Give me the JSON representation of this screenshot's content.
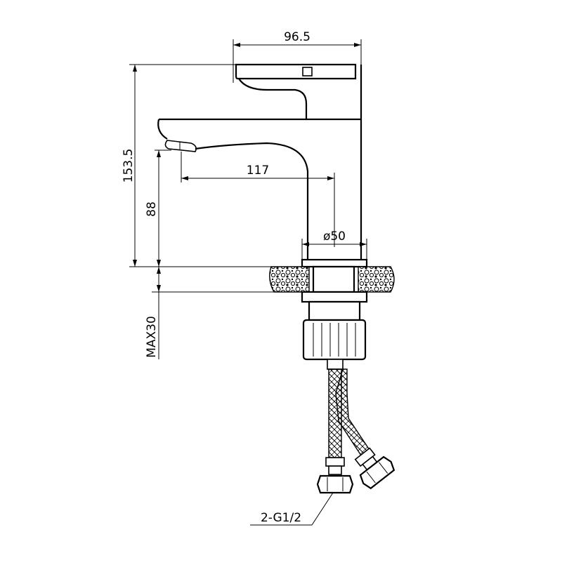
{
  "drawing": {
    "dimensions": {
      "body_width": "96.5",
      "total_height": "153.5",
      "spout_reach": "117",
      "spout_height": "88",
      "base_diameter": "ø50",
      "max_deck_thickness": "MAX30"
    },
    "callouts": {
      "hose_thread": "2-G1/2"
    },
    "line_color": "#000000",
    "background_color": "#ffffff"
  }
}
